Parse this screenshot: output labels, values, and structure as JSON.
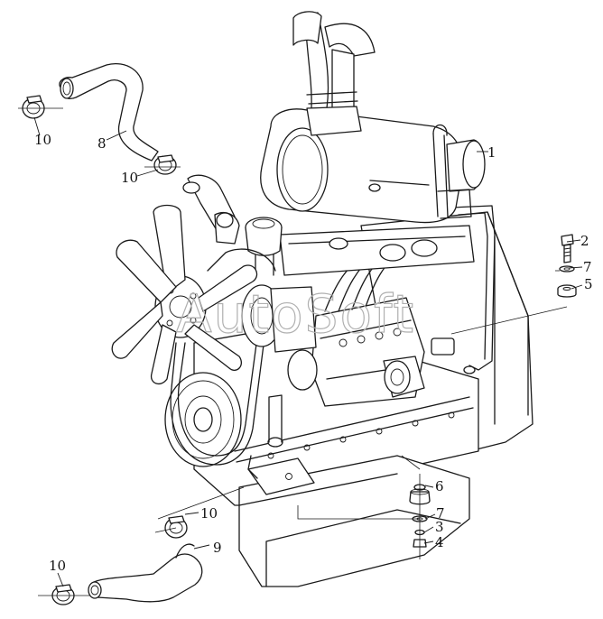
{
  "watermark": "AutoSoft",
  "callouts": [
    {
      "id": "label-1",
      "text": "1"
    },
    {
      "id": "label-2",
      "text": "2"
    },
    {
      "id": "label-7-top",
      "text": "7"
    },
    {
      "id": "label-5",
      "text": "5"
    },
    {
      "id": "label-8",
      "text": "8"
    },
    {
      "id": "label-10-a",
      "text": "10"
    },
    {
      "id": "label-10-b",
      "text": "10"
    },
    {
      "id": "label-10-c",
      "text": "10"
    },
    {
      "id": "label-10-d",
      "text": "10"
    },
    {
      "id": "label-9",
      "text": "9"
    },
    {
      "id": "label-6",
      "text": "6"
    },
    {
      "id": "label-7-bottom",
      "text": "7"
    },
    {
      "id": "label-3",
      "text": "3"
    },
    {
      "id": "label-4",
      "text": "4"
    }
  ]
}
